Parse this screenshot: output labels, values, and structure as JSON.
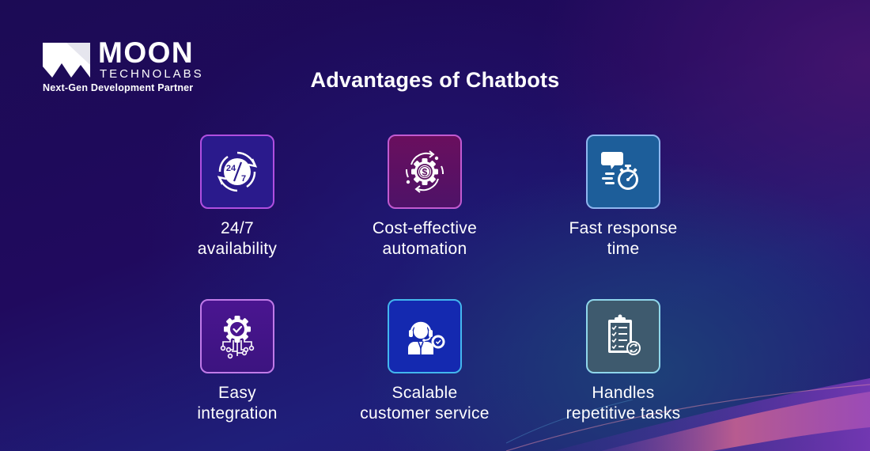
{
  "logo": {
    "brand": "MOON",
    "subbrand": "TECHNOLABS",
    "tagline": "Next-Gen Development Partner"
  },
  "title": "Advantages of Chatbots",
  "colors": {
    "text": "#ffffff",
    "background_dark": "#1c0b55",
    "accent_wave": "#c4608f"
  },
  "cards": [
    {
      "icon": "clock-24-7-icon",
      "line1": "24/7",
      "line2": "availability",
      "tile_bg": "#2a1a8c",
      "tile_border": "#b04fe0"
    },
    {
      "icon": "gear-dollar-cycle-icon",
      "line1": "Cost-effective",
      "line2": "automation",
      "tile_bg": "#5a0f60",
      "tile_border": "#c25ad0"
    },
    {
      "icon": "chat-stopwatch-icon",
      "line1": "Fast response",
      "line2": "time",
      "tile_bg": "#1d5e9a",
      "tile_border": "#8fb6ef"
    },
    {
      "icon": "gear-check-circuit-icon",
      "line1": "Easy",
      "line2": "integration",
      "tile_bg": "#4a1590",
      "tile_border": "#c07ae8"
    },
    {
      "icon": "support-agent-icon",
      "line1": "Scalable",
      "line2": "customer service",
      "tile_bg": "#1429b0",
      "tile_border": "#43b6ee"
    },
    {
      "icon": "clipboard-checklist-refresh-icon",
      "line1": "Handles",
      "line2": "repetitive tasks",
      "tile_bg": "#3e5a6e",
      "tile_border": "#8fd6ea"
    }
  ]
}
